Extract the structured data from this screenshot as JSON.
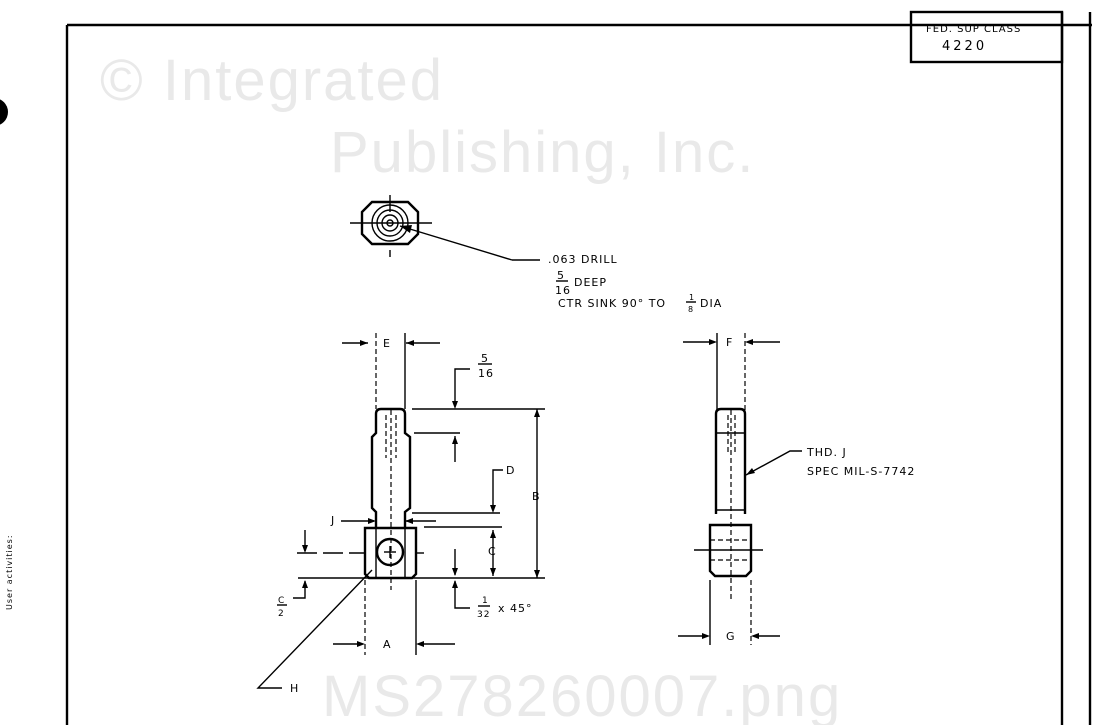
{
  "title_block": {
    "label": "FED. SUP CLASS",
    "value": "4220"
  },
  "side_text": "User activities:",
  "watermark": [
    "© Integrated",
    "Publishing, Inc.",
    "MS278260007.png"
  ],
  "top_view_note": {
    "line1": ".063 DRILL",
    "frac1_num": "5",
    "frac1_den": "16",
    "line2": "DEEP",
    "line3": "CTR SINK 90° TO",
    "frac2_num": "1",
    "frac2_den": "8",
    "line3_end": "DIA"
  },
  "front_view_labels": {
    "E": "E",
    "B": "B",
    "D": "D",
    "J": "J",
    "C": "C",
    "A": "A",
    "H": "H",
    "half_c_num": "C",
    "half_c_den": "2",
    "top_num": "5",
    "top_den": "16",
    "chamfer_num": "1",
    "chamfer_den": "32",
    "chamfer_text": "x 45°"
  },
  "side_view_labels": {
    "F": "F",
    "G": "G",
    "thread": "THD. J",
    "spec": "SPEC MIL-S-7742"
  }
}
